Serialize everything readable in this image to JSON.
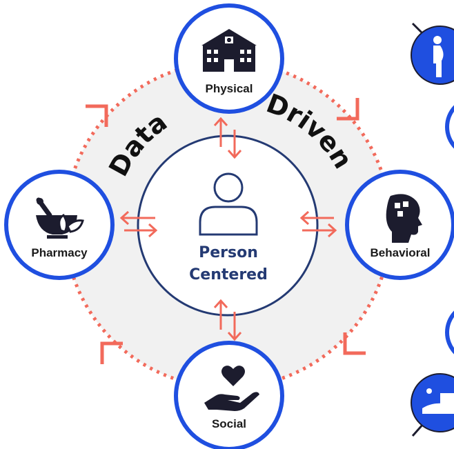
{
  "diagram": {
    "arc_left_text": "Data",
    "arc_right_text": "Driven",
    "center": {
      "line1": "Person",
      "line2": "Centered"
    },
    "nodes": {
      "physical": "Physical",
      "behavioral": "Behavioral",
      "social": "Social",
      "pharmacy": "Pharmacy"
    },
    "colors": {
      "ring_blue": "#1f4fe0",
      "center_navy": "#243a73",
      "accent_coral": "#f26a5b",
      "ring_fill": "#f1f1f1",
      "icon_dark": "#1c1c2e"
    },
    "side_icons": [
      "pregnant-person-icon",
      "farm-barn-icon"
    ]
  }
}
